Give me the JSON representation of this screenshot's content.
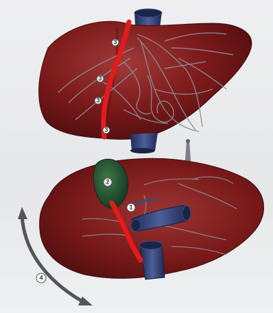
{
  "figure": {
    "colors": {
      "liver_fill": "#7b1a1a",
      "liver_shadow": "#4e0e10",
      "liver_highlight": "#a13a38",
      "vessel_blue": "#2b3a6e",
      "gallbladder_green": "#1e4a2a",
      "resection_line": "#e51a1a",
      "arrow_gray": "#555555",
      "background": "#e9eaec"
    },
    "markers": {
      "m1": "1",
      "m2": "2",
      "m3_top_a": "3",
      "m3_top_b": "3",
      "m3_top_c": "3",
      "m3_top_d": "3",
      "m4": "4"
    },
    "icons": {
      "rotation_arrow": "curved-double-arrow-icon"
    }
  }
}
